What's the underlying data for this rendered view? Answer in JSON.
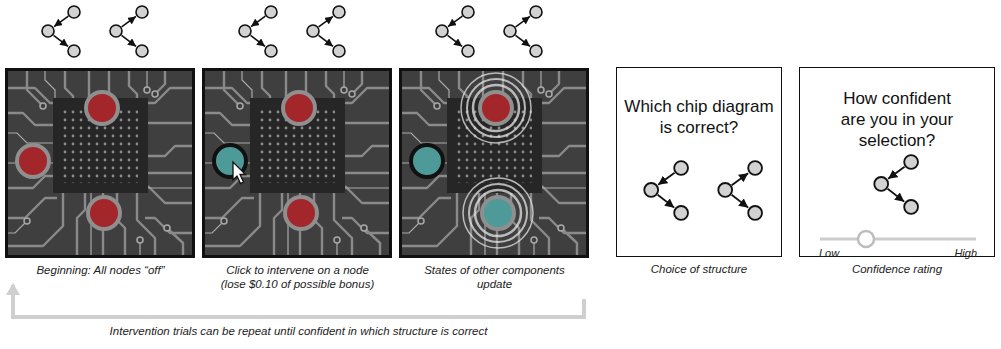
{
  "diagram": {
    "nodes": [
      {
        "text": [
          "Beginning: All nodes “off”"
        ]
      },
      {
        "text": [
          "Click to intervene on a node (lose $0.10 of possible bonus)"
        ]
      },
      {
        "text": [
          "States of other components update"
        ]
      },
      {
        "text": [
          "Which chip diagram is correct?",
          "Choice of structure"
        ]
      },
      {
        "text": [
          "How confident are you in your selection?",
          "Confidence rating"
        ]
      }
    ],
    "edges": [
      {
        "from": 2,
        "to": 0,
        "arrow": "to",
        "label": "Intervention trials can be repeat until confident in which structure is correct"
      }
    ],
    "labels": [
      "Low",
      "High"
    ]
  }
}
